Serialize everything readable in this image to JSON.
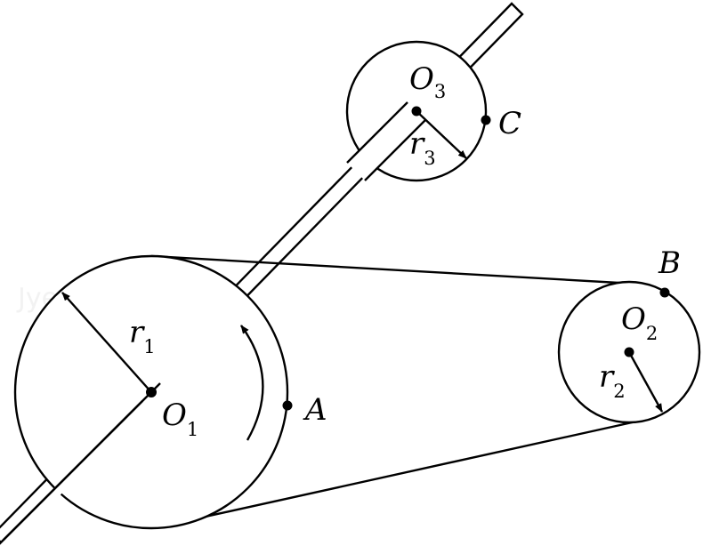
{
  "watermark": "Jyeoo.com",
  "labels": {
    "o1": {
      "main": "O",
      "sub": "1"
    },
    "o2": {
      "main": "O",
      "sub": "2"
    },
    "o3": {
      "main": "O",
      "sub": "3"
    },
    "r1": {
      "main": "r",
      "sub": "1"
    },
    "r2": {
      "main": "r",
      "sub": "2"
    },
    "r3": {
      "main": "r",
      "sub": "3"
    },
    "a": "A",
    "b": "B",
    "c": "C"
  },
  "colors": {
    "ink": "#000000",
    "paper": "#ffffff"
  }
}
